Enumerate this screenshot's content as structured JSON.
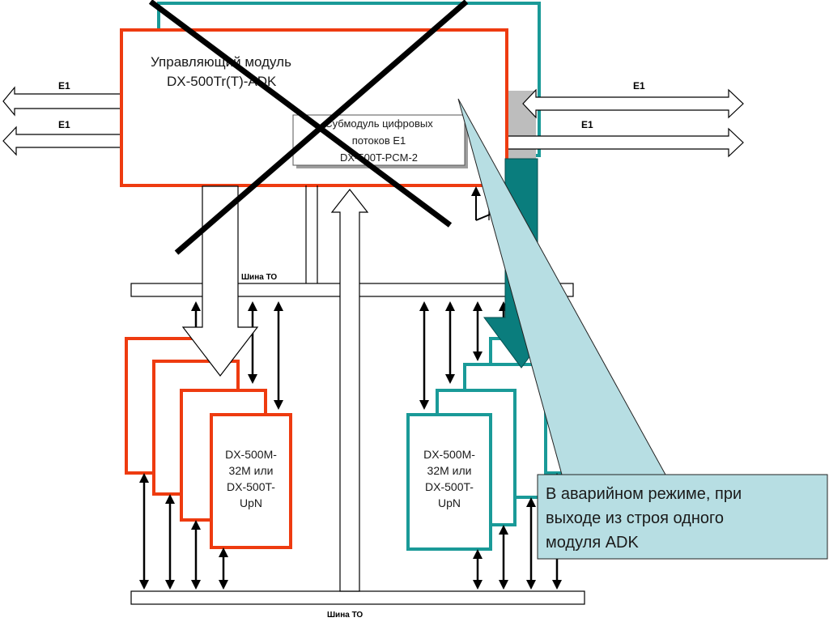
{
  "control_module": {
    "title_line1": "Управляющий модуль",
    "title_line2": "DX-500Tr(T)-ADK"
  },
  "submodule": {
    "line1": "Субмодуль цифровых",
    "line2": "потоков E1",
    "line3": "DX-500T-PCM-2"
  },
  "links": {
    "left_top": "E1",
    "left_bottom": "E1",
    "right_top": "E1",
    "right_bottom": "E1"
  },
  "buses": {
    "top_label": "Шина ТО",
    "bottom_label": "Шина ТО"
  },
  "left_stack": {
    "line1": "DX-500M-",
    "line2": "32M или",
    "line3": "DX-500T-",
    "line4": "UpN"
  },
  "right_stack": {
    "line1": "DX-500M-",
    "line2": "32M или",
    "line3": "DX-500T-",
    "line4": "UpN"
  },
  "callout": {
    "line1": "В аварийном режиме, при",
    "line2": "выходе из строя одного",
    "line3": "модуля ADK"
  },
  "colors": {
    "red": "#ee3b10",
    "teal": "#1a9a98",
    "dark_teal": "#0a7d7d",
    "callout_fill": "#b7dee3"
  }
}
